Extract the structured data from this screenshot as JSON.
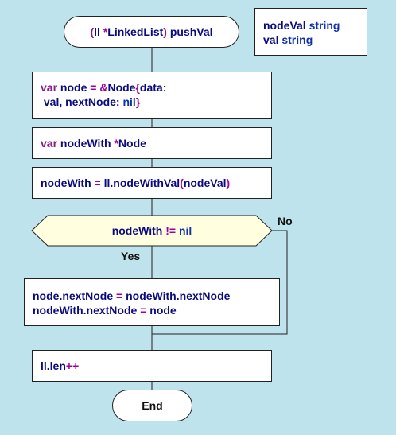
{
  "start": {
    "open_paren": "(",
    "receiver": "ll",
    "star": "*",
    "type": "LinkedList",
    "close_paren": ")",
    "name": " pushVal"
  },
  "params": {
    "p1_name": "nodeVal ",
    "p1_type": "string",
    "p2_name": "val ",
    "p2_type": "string"
  },
  "step1": {
    "kw": "var",
    "a": " node ",
    "eq": "=",
    "b": " ",
    "amp": "&",
    "c": "Node",
    "brace_open": "{",
    "d": "data:",
    "e": " val, nextNode: ",
    "nil": "nil",
    "brace_close": "}"
  },
  "step2": {
    "kw": "var",
    "a": " nodeWith ",
    "star": "*",
    "b": "Node"
  },
  "step3": {
    "a": "nodeWith ",
    "eq": "=",
    "b": " ll.nodeWithVal",
    "po": "(",
    "c": "nodeVal",
    "pc": ")"
  },
  "decision": {
    "a": "nodeWith ",
    "op": "!=",
    "b": " ",
    "nil": "nil",
    "yes": "Yes",
    "no": "No"
  },
  "step4": {
    "l1a": "node.nextNode ",
    "l1eq": "=",
    "l1b": " nodeWith.nextNode",
    "l2a": "nodeWith.nextNode ",
    "l2eq": "=",
    "l2b": " node"
  },
  "step5": {
    "a": "ll.len",
    "op": "++"
  },
  "end": {
    "label": "End"
  },
  "colors": {
    "background": "#bfe3ec",
    "decision_fill": "#ffffe0",
    "keyword": "#8a1a8a",
    "type": "#1030b0",
    "text": "#0a0a80"
  }
}
